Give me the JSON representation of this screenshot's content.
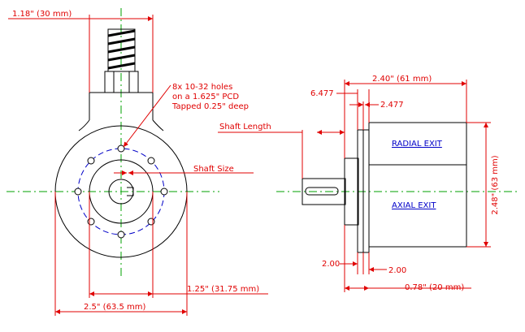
{
  "colors": {
    "outline": "#000000",
    "dimension": "#e00000",
    "centerline": "#00a000",
    "pcd_circle": "#0000c8",
    "background": "#ffffff"
  },
  "dimensions": {
    "top_width": "1.18\" (30 mm)",
    "bolt_pcd": "1.25\" (31.75 mm)",
    "outer_diameter": "2.5\" (63.5 mm)",
    "body_length": "2.40\" (61 mm)",
    "flange_left": "6.477",
    "flange_right": "2.477",
    "body_height": "2.48\" (63 mm)",
    "bottom_left": "2.00",
    "bottom_right": "2.00",
    "depth": "0.78\" (20 mm)"
  },
  "labels": {
    "holes_line1": "8x 10-32 holes",
    "holes_line2": "on a 1.625\" PCD",
    "holes_line3": "Tapped 0.25\" deep",
    "shaft_size": "Shaft Size",
    "shaft_length": "Shaft Length",
    "radial_exit": "RADIAL EXIT",
    "axial_exit": "AXIAL EXIT"
  }
}
